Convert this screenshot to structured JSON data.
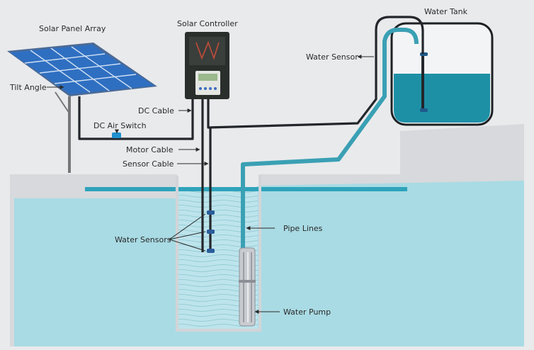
{
  "labels": {
    "solar_panel_array": "Solar Panel Array",
    "tilt_angle": "Tilt Angle",
    "solar_controller": "Solar Controller",
    "dc_cable": "DC Cable",
    "dc_air_switch": "DC Air Switch",
    "motor_cable": "Motor Cable",
    "sensor_cable": "Sensor Cable",
    "water_tank": "Water Tank",
    "water_sensor": "Water Sensor",
    "water_sensors": "Water Sensors",
    "pipe_lines": "Pipe Lines",
    "water_pump": "Water Pump"
  },
  "colors": {
    "background": "#e9eaec",
    "water_light": "#a9dbe4",
    "water_tank": "#1e90a6",
    "pipe": "#3aa0b4",
    "cable": "#23262b",
    "controller_body": "#2b2f2c",
    "panel_cell": "#2f6fc1"
  }
}
